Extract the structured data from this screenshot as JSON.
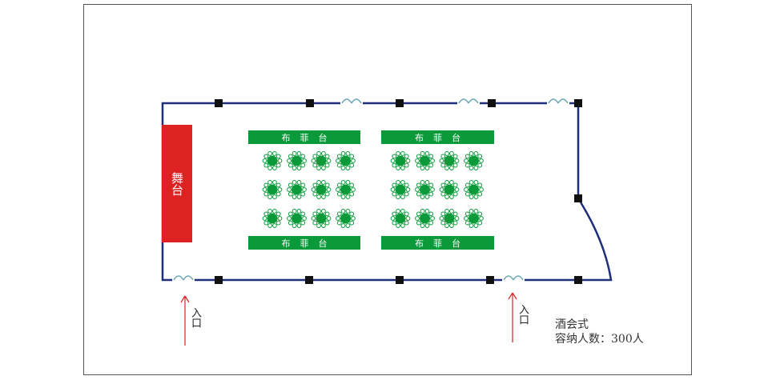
{
  "stage_label": "舞台",
  "buffet_label": "布菲台",
  "entrance_label": "入口",
  "style_label": "酒会式",
  "capacity_label": "容纳人数：300人",
  "colors": {
    "wall": "#1f2f7a",
    "stage": "#dd2222",
    "buffet": "#0a9a3a",
    "table": "#0a9a3a",
    "door": "#6aa8b8",
    "entrance_arrow": "#dd2222"
  },
  "table_grid": {
    "groups": 2,
    "rows": 3,
    "columns_per_group": 4
  }
}
